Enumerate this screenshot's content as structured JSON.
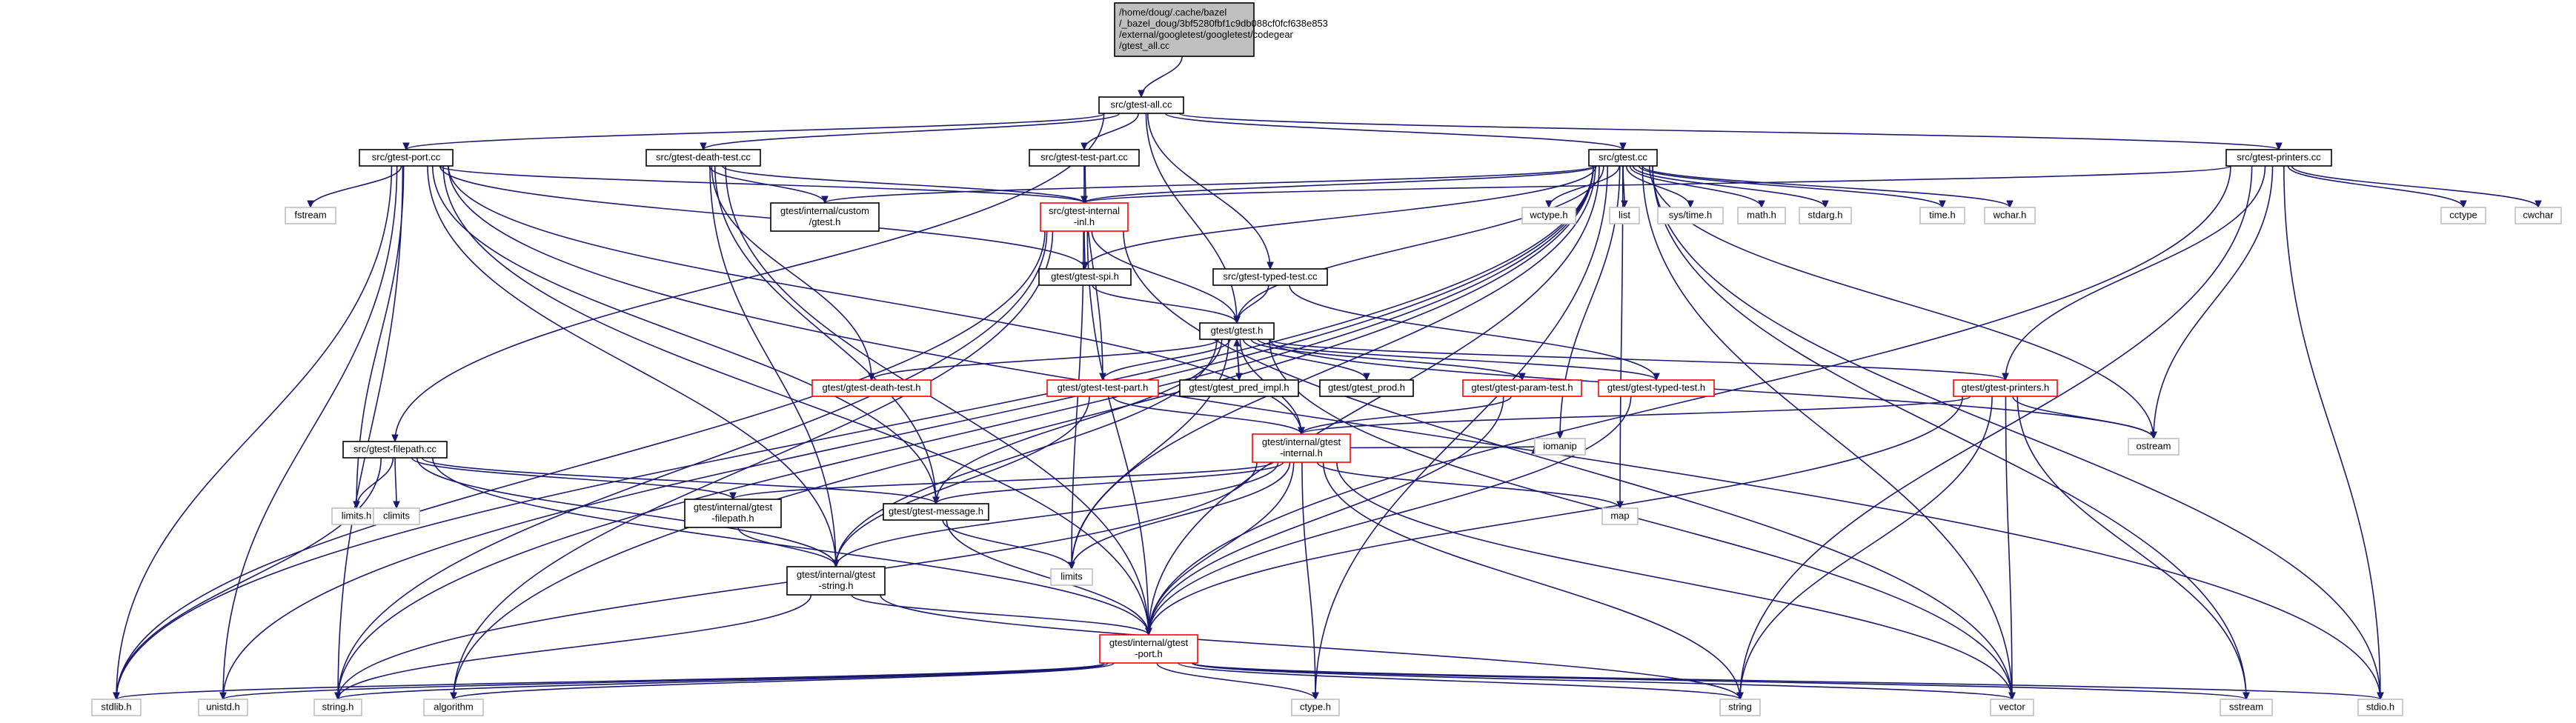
{
  "nodes": [
    {
      "id": "root",
      "lines": [
        "/home/doug/.cache/bazel",
        "/_bazel_doug/3bf5280fbf1c9db088cf0fcf638e853",
        "/external/googletest/googletest/codegear",
        "/gtest_all.cc"
      ],
      "style": "root"
    },
    {
      "id": "gtest-all-cc",
      "lines": [
        "src/gtest-all.cc"
      ],
      "style": "normal"
    },
    {
      "id": "gtest-port-cc",
      "lines": [
        "src/gtest-port.cc"
      ],
      "style": "normal"
    },
    {
      "id": "gtest-death-test-cc",
      "lines": [
        "src/gtest-death-test.cc"
      ],
      "style": "normal"
    },
    {
      "id": "gtest-test-part-cc",
      "lines": [
        "src/gtest-test-part.cc"
      ],
      "style": "normal"
    },
    {
      "id": "gtest-cc",
      "lines": [
        "src/gtest.cc"
      ],
      "style": "normal"
    },
    {
      "id": "gtest-printers-cc",
      "lines": [
        "src/gtest-printers.cc"
      ],
      "style": "normal"
    },
    {
      "id": "fstream",
      "lines": [
        "fstream"
      ],
      "style": "grey"
    },
    {
      "id": "custom-gtest-h",
      "lines": [
        "gtest/internal/custom",
        "/gtest.h"
      ],
      "style": "normal"
    },
    {
      "id": "gtest-internal-inl-h",
      "lines": [
        "src/gtest-internal",
        "-inl.h"
      ],
      "style": "red"
    },
    {
      "id": "wctype-h",
      "lines": [
        "wctype.h"
      ],
      "style": "grey"
    },
    {
      "id": "list",
      "lines": [
        "list"
      ],
      "style": "grey"
    },
    {
      "id": "sys-time-h",
      "lines": [
        "sys/time.h"
      ],
      "style": "grey"
    },
    {
      "id": "math-h",
      "lines": [
        "math.h"
      ],
      "style": "grey"
    },
    {
      "id": "stdarg-h",
      "lines": [
        "stdarg.h"
      ],
      "style": "grey"
    },
    {
      "id": "time-h",
      "lines": [
        "time.h"
      ],
      "style": "grey"
    },
    {
      "id": "wchar-h",
      "lines": [
        "wchar.h"
      ],
      "style": "grey"
    },
    {
      "id": "cctype",
      "lines": [
        "cctype"
      ],
      "style": "grey"
    },
    {
      "id": "cwchar",
      "lines": [
        "cwchar"
      ],
      "style": "grey"
    },
    {
      "id": "gtest-spi-h",
      "lines": [
        "gtest/gtest-spi.h"
      ],
      "style": "normal"
    },
    {
      "id": "gtest-typed-test-cc",
      "lines": [
        "src/gtest-typed-test.cc"
      ],
      "style": "normal"
    },
    {
      "id": "gtest-h",
      "lines": [
        "gtest/gtest.h"
      ],
      "style": "normal"
    },
    {
      "id": "gtest-death-test-h",
      "lines": [
        "gtest/gtest-death-test.h"
      ],
      "style": "red"
    },
    {
      "id": "gtest-test-part-h",
      "lines": [
        "gtest/gtest-test-part.h"
      ],
      "style": "red"
    },
    {
      "id": "gtest-pred-impl-h",
      "lines": [
        "gtest/gtest_pred_impl.h"
      ],
      "style": "normal"
    },
    {
      "id": "gtest-prod-h",
      "lines": [
        "gtest/gtest_prod.h"
      ],
      "style": "normal"
    },
    {
      "id": "gtest-param-test-h",
      "lines": [
        "gtest/gtest-param-test.h"
      ],
      "style": "red"
    },
    {
      "id": "gtest-typed-test-h",
      "lines": [
        "gtest/gtest-typed-test.h"
      ],
      "style": "red"
    },
    {
      "id": "gtest-printers-h",
      "lines": [
        "gtest/gtest-printers.h"
      ],
      "style": "red"
    },
    {
      "id": "ostream",
      "lines": [
        "ostream"
      ],
      "style": "grey"
    },
    {
      "id": "gtest-filepath-cc",
      "lines": [
        "src/gtest-filepath.cc"
      ],
      "style": "normal"
    },
    {
      "id": "gtest-internal-h",
      "lines": [
        "gtest/internal/gtest",
        "-internal.h"
      ],
      "style": "red"
    },
    {
      "id": "iomanip",
      "lines": [
        "iomanip"
      ],
      "style": "grey"
    },
    {
      "id": "map",
      "lines": [
        "map"
      ],
      "style": "grey"
    },
    {
      "id": "limits-h",
      "lines": [
        "limits.h"
      ],
      "style": "grey"
    },
    {
      "id": "climits",
      "lines": [
        "climits"
      ],
      "style": "grey"
    },
    {
      "id": "gtest-filepath-h",
      "lines": [
        "gtest/internal/gtest",
        "-filepath.h"
      ],
      "style": "normal"
    },
    {
      "id": "gtest-message-h",
      "lines": [
        "gtest/gtest-message.h"
      ],
      "style": "normal"
    },
    {
      "id": "limits",
      "lines": [
        "limits"
      ],
      "style": "grey"
    },
    {
      "id": "gtest-string-h",
      "lines": [
        "gtest/internal/gtest",
        "-string.h"
      ],
      "style": "normal"
    },
    {
      "id": "gtest-port-h",
      "lines": [
        "gtest/internal/gtest",
        "-port.h"
      ],
      "style": "red"
    },
    {
      "id": "stdlib-h",
      "lines": [
        "stdlib.h"
      ],
      "style": "grey"
    },
    {
      "id": "unistd-h",
      "lines": [
        "unistd.h"
      ],
      "style": "grey"
    },
    {
      "id": "string-h",
      "lines": [
        "string.h"
      ],
      "style": "grey"
    },
    {
      "id": "algorithm",
      "lines": [
        "algorithm"
      ],
      "style": "grey"
    },
    {
      "id": "ctype-h",
      "lines": [
        "ctype.h"
      ],
      "style": "grey"
    },
    {
      "id": "string",
      "lines": [
        "string"
      ],
      "style": "grey"
    },
    {
      "id": "vector",
      "lines": [
        "vector"
      ],
      "style": "grey"
    },
    {
      "id": "sstream",
      "lines": [
        "sstream"
      ],
      "style": "grey"
    },
    {
      "id": "stdio-h",
      "lines": [
        "stdio.h"
      ],
      "style": "grey"
    }
  ],
  "edges": [
    [
      "root",
      "gtest-all-cc"
    ],
    [
      "gtest-all-cc",
      "gtest-port-cc"
    ],
    [
      "gtest-all-cc",
      "gtest-death-test-cc"
    ],
    [
      "gtest-all-cc",
      "gtest-test-part-cc"
    ],
    [
      "gtest-all-cc",
      "gtest-cc"
    ],
    [
      "gtest-all-cc",
      "gtest-printers-cc"
    ],
    [
      "gtest-all-cc",
      "gtest-filepath-cc"
    ],
    [
      "gtest-all-cc",
      "gtest-typed-test-cc"
    ],
    [
      "gtest-all-cc",
      "gtest-h"
    ],
    [
      "gtest-port-cc",
      "fstream"
    ],
    [
      "gtest-port-cc",
      "gtest-internal-inl-h"
    ],
    [
      "gtest-port-cc",
      "gtest-spi-h"
    ],
    [
      "gtest-port-cc",
      "gtest-message-h"
    ],
    [
      "gtest-port-cc",
      "gtest-internal-h"
    ],
    [
      "gtest-port-cc",
      "gtest-string-h"
    ],
    [
      "gtest-port-cc",
      "gtest-port-h"
    ],
    [
      "gtest-port-cc",
      "stdlib-h"
    ],
    [
      "gtest-port-cc",
      "string-h"
    ],
    [
      "gtest-port-cc",
      "unistd-h"
    ],
    [
      "gtest-port-cc",
      "limits-h"
    ],
    [
      "gtest-port-cc",
      "stdio-h"
    ],
    [
      "gtest-death-test-cc",
      "custom-gtest-h"
    ],
    [
      "gtest-death-test-cc",
      "gtest-internal-inl-h"
    ],
    [
      "gtest-death-test-cc",
      "gtest-death-test-h"
    ],
    [
      "gtest-death-test-cc",
      "gtest-message-h"
    ],
    [
      "gtest-death-test-cc",
      "gtest-string-h"
    ],
    [
      "gtest-death-test-cc",
      "gtest-port-h"
    ],
    [
      "gtest-test-part-cc",
      "gtest-internal-inl-h"
    ],
    [
      "gtest-test-part-cc",
      "gtest-test-part-h"
    ],
    [
      "gtest-cc",
      "custom-gtest-h"
    ],
    [
      "gtest-cc",
      "gtest-internal-inl-h"
    ],
    [
      "gtest-cc",
      "wctype-h"
    ],
    [
      "gtest-cc",
      "list"
    ],
    [
      "gtest-cc",
      "sys-time-h"
    ],
    [
      "gtest-cc",
      "math-h"
    ],
    [
      "gtest-cc",
      "stdarg-h"
    ],
    [
      "gtest-cc",
      "time-h"
    ],
    [
      "gtest-cc",
      "wchar-h"
    ],
    [
      "gtest-cc",
      "gtest-spi-h"
    ],
    [
      "gtest-cc",
      "gtest-h"
    ],
    [
      "gtest-cc",
      "ostream"
    ],
    [
      "gtest-cc",
      "sstream"
    ],
    [
      "gtest-cc",
      "vector"
    ],
    [
      "gtest-cc",
      "stdio-h"
    ],
    [
      "gtest-cc",
      "map"
    ],
    [
      "gtest-cc",
      "iomanip"
    ],
    [
      "gtest-cc",
      "ctype-h"
    ],
    [
      "gtest-cc",
      "stdlib-h"
    ],
    [
      "gtest-cc",
      "string-h"
    ],
    [
      "gtest-cc",
      "unistd-h"
    ],
    [
      "gtest-cc",
      "algorithm"
    ],
    [
      "gtest-cc",
      "limits"
    ],
    [
      "gtest-cc",
      "gtest-port-h"
    ],
    [
      "gtest-printers-cc",
      "gtest-internal-inl-h"
    ],
    [
      "gtest-printers-cc",
      "cctype"
    ],
    [
      "gtest-printers-cc",
      "cwchar"
    ],
    [
      "gtest-printers-cc",
      "gtest-printers-h"
    ],
    [
      "gtest-printers-cc",
      "ostream"
    ],
    [
      "gtest-printers-cc",
      "stdio-h"
    ],
    [
      "gtest-printers-cc",
      "string"
    ],
    [
      "gtest-printers-cc",
      "gtest-port-h"
    ],
    [
      "gtest-internal-inl-h",
      "gtest-spi-h"
    ],
    [
      "gtest-internal-inl-h",
      "gtest-h"
    ],
    [
      "gtest-internal-inl-h",
      "algorithm"
    ],
    [
      "gtest-internal-inl-h",
      "vector"
    ],
    [
      "gtest-internal-inl-h",
      "stdlib-h"
    ],
    [
      "gtest-internal-inl-h",
      "string-h"
    ],
    [
      "gtest-internal-inl-h",
      "limits"
    ],
    [
      "gtest-internal-inl-h",
      "gtest-port-h"
    ],
    [
      "gtest-spi-h",
      "gtest-h"
    ],
    [
      "gtest-typed-test-cc",
      "gtest-h"
    ],
    [
      "gtest-typed-test-cc",
      "gtest-typed-test-h"
    ],
    [
      "gtest-h",
      "gtest-death-test-h"
    ],
    [
      "gtest-h",
      "gtest-test-part-h"
    ],
    [
      "gtest-h",
      "gtest-pred-impl-h"
    ],
    [
      "gtest-h",
      "gtest-prod-h"
    ],
    [
      "gtest-h",
      "gtest-param-test-h"
    ],
    [
      "gtest-h",
      "gtest-typed-test-h"
    ],
    [
      "gtest-h",
      "gtest-printers-h"
    ],
    [
      "gtest-h",
      "ostream"
    ],
    [
      "gtest-h",
      "gtest-internal-h"
    ],
    [
      "gtest-h",
      "gtest-message-h"
    ],
    [
      "gtest-h",
      "gtest-string-h"
    ],
    [
      "gtest-h",
      "limits"
    ],
    [
      "gtest-h",
      "vector"
    ],
    [
      "gtest-pred-impl-h",
      "gtest-h"
    ],
    [
      "gtest-test-part-h",
      "gtest-internal-h"
    ],
    [
      "gtest-test-part-h",
      "gtest-string-h"
    ],
    [
      "gtest-param-test-h",
      "gtest-internal-h"
    ],
    [
      "gtest-param-test-h",
      "gtest-port-h"
    ],
    [
      "gtest-typed-test-h",
      "gtest-port-h"
    ],
    [
      "gtest-printers-h",
      "gtest-internal-h"
    ],
    [
      "gtest-printers-h",
      "ostream"
    ],
    [
      "gtest-printers-h",
      "sstream"
    ],
    [
      "gtest-printers-h",
      "string"
    ],
    [
      "gtest-printers-h",
      "vector"
    ],
    [
      "gtest-printers-h",
      "gtest-port-h"
    ],
    [
      "gtest-filepath-cc",
      "limits-h"
    ],
    [
      "gtest-filepath-cc",
      "climits"
    ],
    [
      "gtest-filepath-cc",
      "stdlib-h"
    ],
    [
      "gtest-filepath-cc",
      "gtest-filepath-h"
    ],
    [
      "gtest-filepath-cc",
      "gtest-message-h"
    ],
    [
      "gtest-filepath-cc",
      "gtest-string-h"
    ],
    [
      "gtest-filepath-cc",
      "gtest-port-h"
    ],
    [
      "gtest-internal-h",
      "gtest-filepath-h"
    ],
    [
      "gtest-internal-h",
      "gtest-message-h"
    ],
    [
      "gtest-internal-h",
      "iomanip"
    ],
    [
      "gtest-internal-h",
      "map"
    ],
    [
      "gtest-internal-h",
      "limits"
    ],
    [
      "gtest-internal-h",
      "gtest-string-h"
    ],
    [
      "gtest-internal-h",
      "gtest-port-h"
    ],
    [
      "gtest-internal-h",
      "ctype-h"
    ],
    [
      "gtest-internal-h",
      "string"
    ],
    [
      "gtest-internal-h",
      "vector"
    ],
    [
      "gtest-internal-h",
      "string-h"
    ],
    [
      "gtest-filepath-h",
      "gtest-string-h"
    ],
    [
      "gtest-message-h",
      "limits"
    ],
    [
      "gtest-message-h",
      "gtest-port-h"
    ],
    [
      "gtest-string-h",
      "gtest-port-h"
    ],
    [
      "gtest-string-h",
      "string-h"
    ],
    [
      "gtest-string-h",
      "string"
    ],
    [
      "gtest-port-h",
      "stdlib-h"
    ],
    [
      "gtest-port-h",
      "unistd-h"
    ],
    [
      "gtest-port-h",
      "string-h"
    ],
    [
      "gtest-port-h",
      "algorithm"
    ],
    [
      "gtest-port-h",
      "ctype-h"
    ],
    [
      "gtest-port-h",
      "string"
    ],
    [
      "gtest-port-h",
      "vector"
    ],
    [
      "gtest-port-h",
      "sstream"
    ],
    [
      "gtest-port-h",
      "stdio-h"
    ]
  ]
}
